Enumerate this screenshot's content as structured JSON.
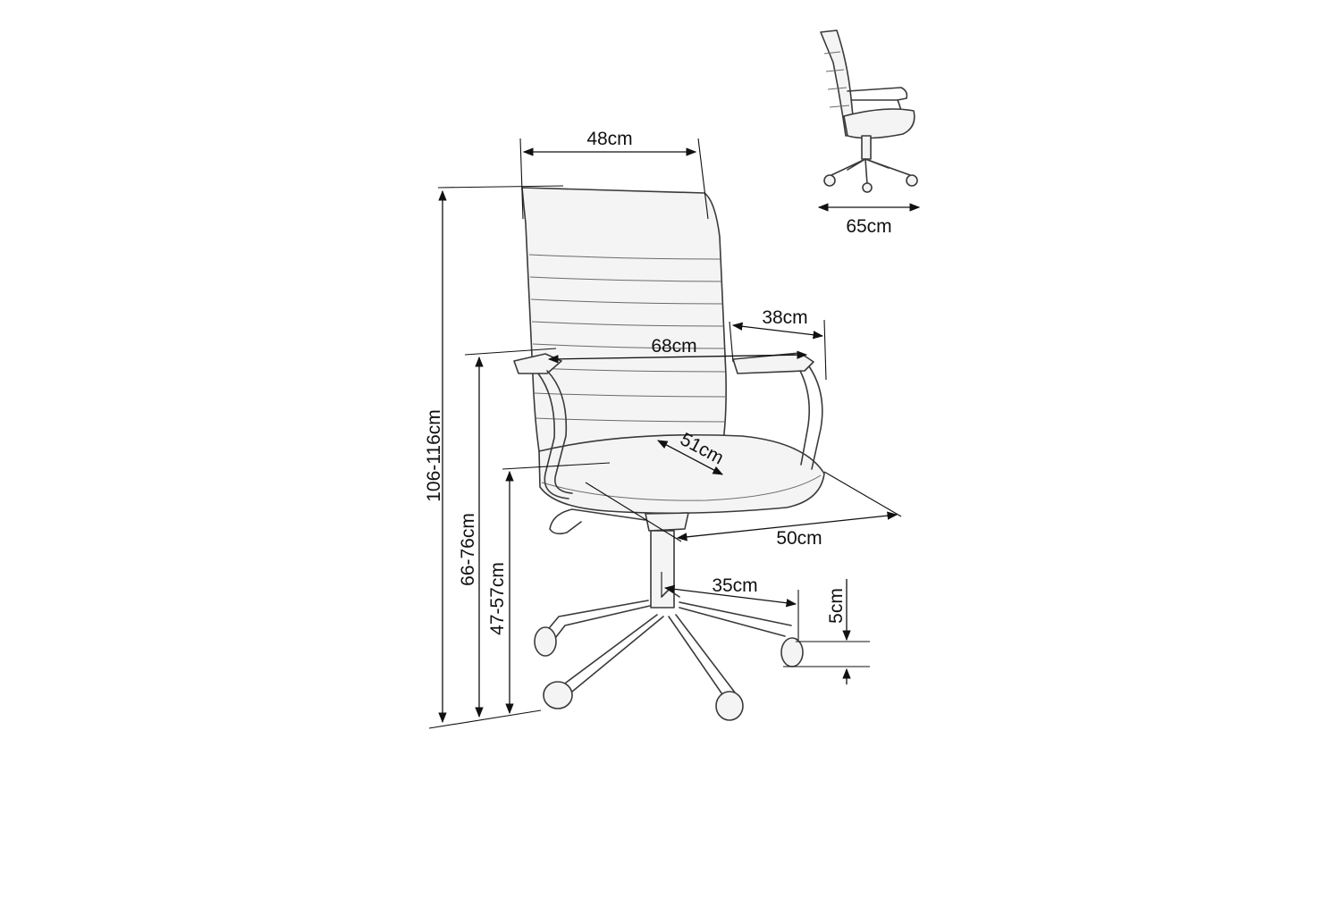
{
  "dimensions": {
    "backrest_width": "48cm",
    "overall_height": "106-116cm",
    "armrest_height": "66-76cm",
    "seat_height": "47-57cm",
    "armrest_span": "68cm",
    "armrest_length": "38cm",
    "seat_depth": "51cm",
    "seat_width": "50cm",
    "base_radius": "35cm",
    "wheel_height": "5cm",
    "side_depth": "65cm"
  },
  "colors": {
    "line": "#111111",
    "sketch": "#3a3a3a",
    "background": "#ffffff"
  }
}
